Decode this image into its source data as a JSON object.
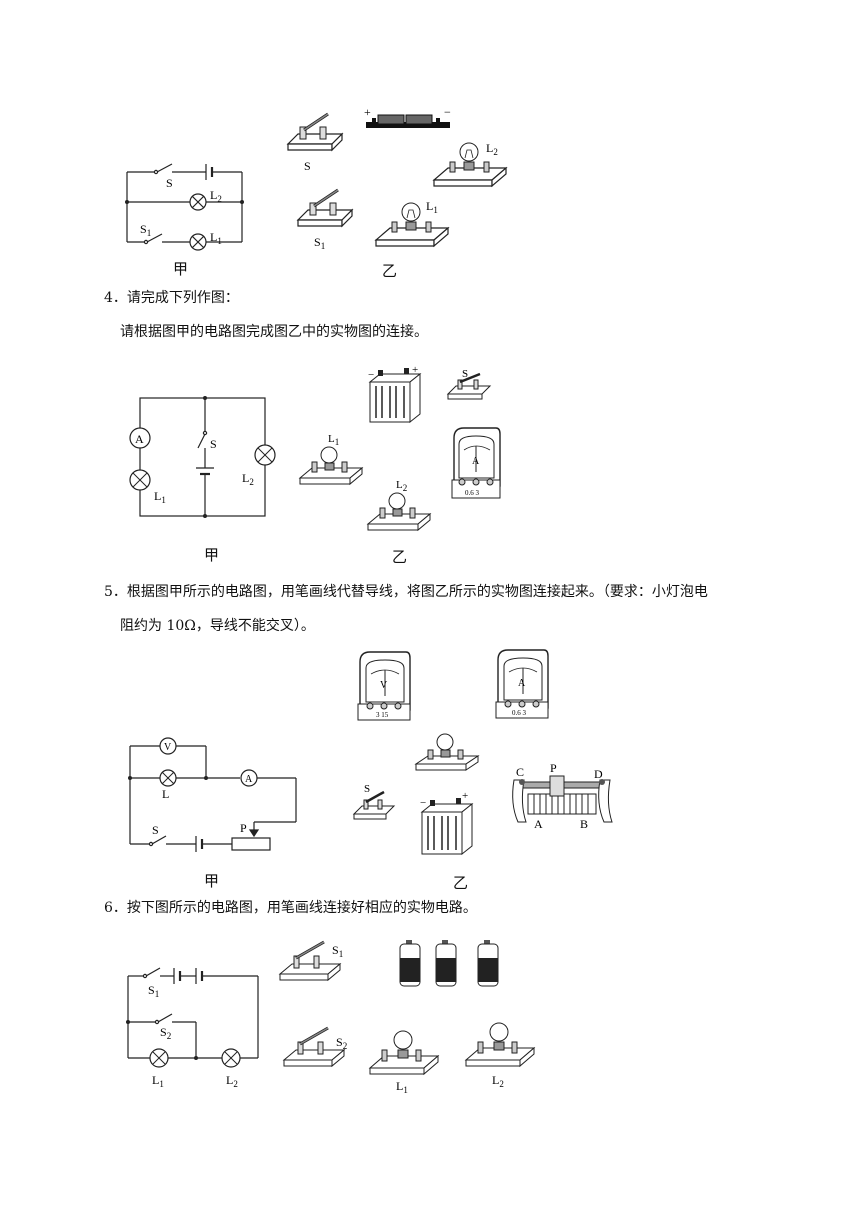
{
  "q3": {
    "schematic_labels": {
      "S": "S",
      "L2": "L",
      "L2_sub": "2",
      "S1": "S",
      "S1_sub": "1",
      "L1": "L",
      "L1_sub": "1"
    },
    "caption_left": "甲",
    "caption_right": "乙",
    "real_labels": {
      "S": "S",
      "S1": "S",
      "S1_sub": "1",
      "L1": "L",
      "L1_sub": "1",
      "L2": "L",
      "L2_sub": "2",
      "plus": "+",
      "minus": "−"
    }
  },
  "q4": {
    "number": "4．",
    "title": "请完成下列作图：",
    "instruction": "请根据图甲的电路图完成图乙中的实物图的连接。",
    "schematic_labels": {
      "A": "A",
      "S": "S",
      "L1": "L",
      "L1_sub": "1",
      "L2": "L",
      "L2_sub": "2"
    },
    "real_labels": {
      "S": "S",
      "L1": "L",
      "L1_sub": "1",
      "L2": "L",
      "L2_sub": "2",
      "meter": "A",
      "scale": "0.6 3",
      "plus": "+",
      "minus": "−"
    },
    "caption_left": "甲",
    "caption_right": "乙"
  },
  "q5": {
    "number": "5．",
    "text_line1": "根据图甲所示的电路图，用笔画线代替导线，将图乙所示的实物图连接起来。（要求：小灯泡电",
    "text_line2": "阻约为 10Ω，导线不能交叉）。",
    "schematic_labels": {
      "V": "V",
      "A": "A",
      "L": "L",
      "S": "S",
      "P": "P"
    },
    "real_labels": {
      "V": "V",
      "V_scale": "3 15",
      "A": "A",
      "A_scale": "0.6 3",
      "S": "S",
      "C": "C",
      "P": "P",
      "D": "D",
      "A_term": "A",
      "B_term": "B",
      "plus": "+",
      "minus": "−"
    },
    "caption_left": "甲",
    "caption_right": "乙"
  },
  "q6": {
    "number": "6．",
    "text": "按下图所示的电路图，用笔画线连接好相应的实物电路。",
    "schematic_labels": {
      "S1": "S",
      "S1_sub": "1",
      "S2": "S",
      "S2_sub": "2",
      "L1": "L",
      "L1_sub": "1",
      "L2": "L",
      "L2_sub": "2"
    },
    "real_labels": {
      "S1": "S",
      "S1_sub": "1",
      "S2": "S",
      "S2_sub": "2",
      "L1": "L",
      "L1_sub": "1",
      "L2": "L",
      "L2_sub": "2"
    }
  }
}
